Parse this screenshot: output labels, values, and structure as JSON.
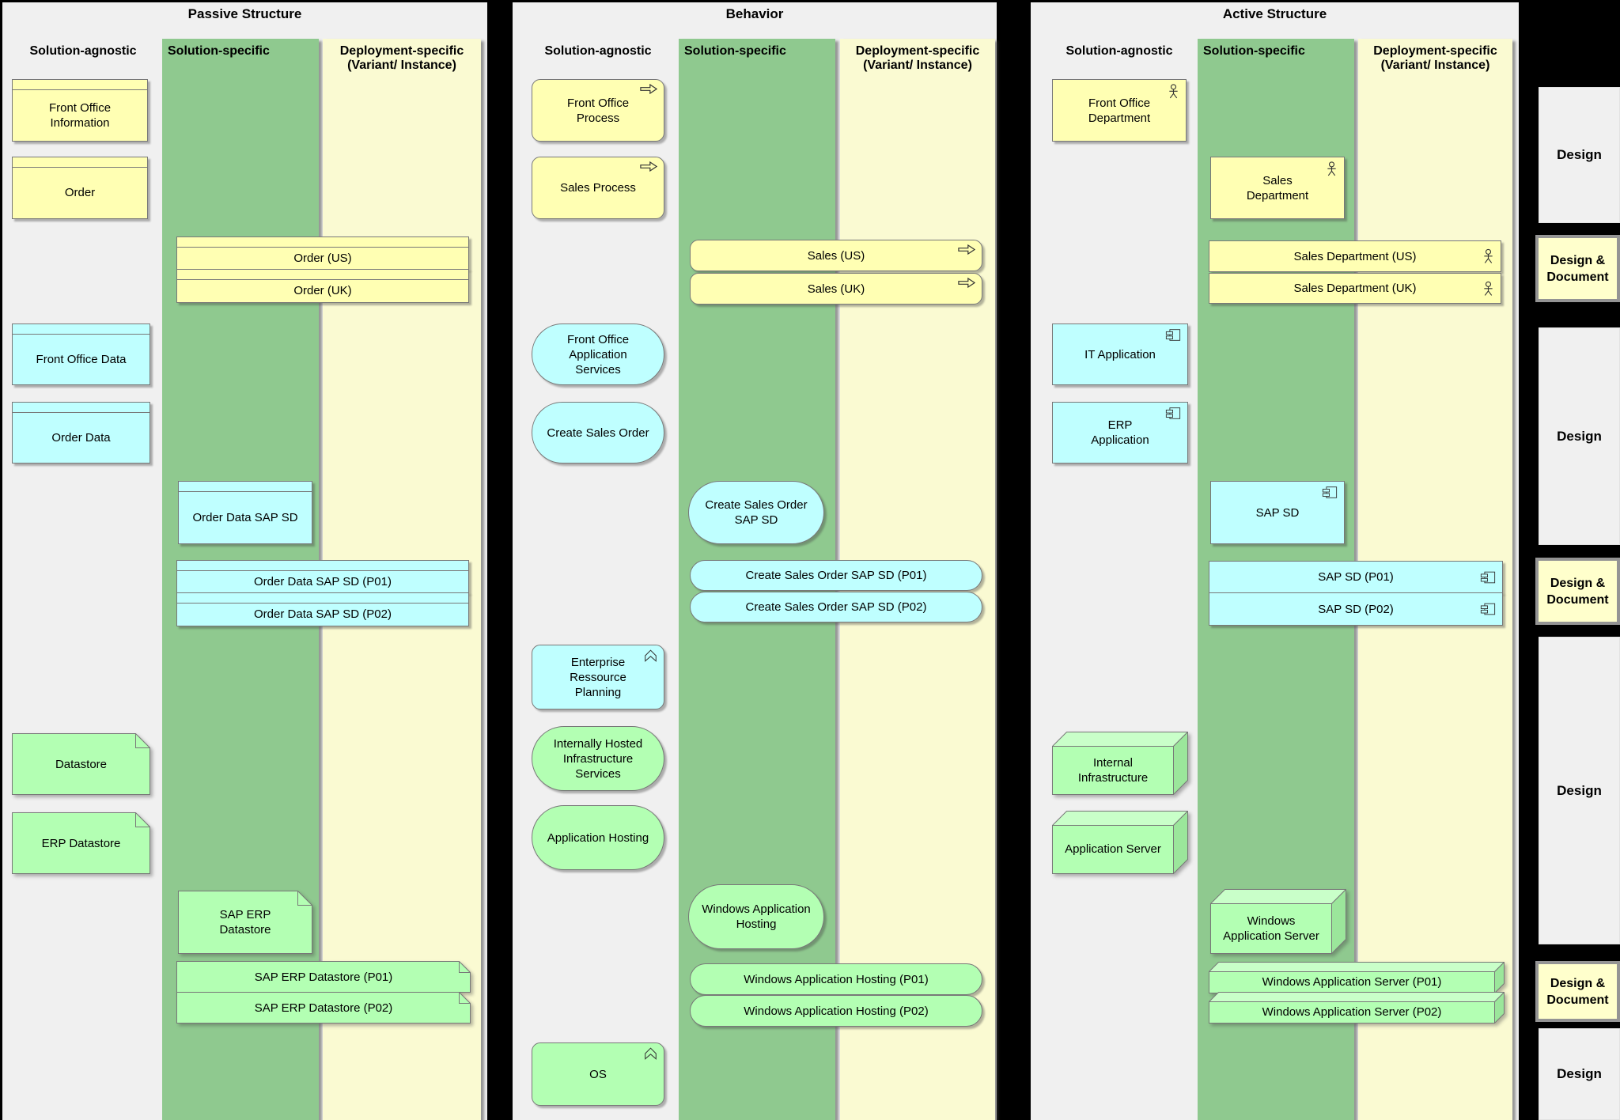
{
  "titles": {
    "passive": "Passive Structure",
    "behavior": "Behavior",
    "active": "Active Structure"
  },
  "column_headers": {
    "agnostic": "Solution-agnostic",
    "specific": "Solution-specific",
    "deployment_line1": "Deployment-specific",
    "deployment_line2": "(Variant/ Instance)"
  },
  "passive": {
    "front_office_information": "Front Office Information",
    "order": "Order",
    "order_us": "Order (US)",
    "order_uk": "Order (UK)",
    "front_office_data": "Front Office Data",
    "order_data": "Order Data",
    "order_data_sap_sd": "Order Data SAP SD",
    "order_data_sap_sd_p01": "Order Data SAP SD (P01)",
    "order_data_sap_sd_p02": "Order Data SAP SD (P02)",
    "datastore": "Datastore",
    "erp_datastore": "ERP Datastore",
    "sap_erp_datastore": "SAP ERP Datastore",
    "sap_erp_datastore_p01": "SAP ERP Datastore (P01)",
    "sap_erp_datastore_p02": "SAP ERP Datastore (P02)"
  },
  "behavior": {
    "front_office_process": "Front Office Process",
    "sales_process": "Sales Process",
    "sales_us": "Sales (US)",
    "sales_uk": "Sales (UK)",
    "front_office_application_services": "Front Office Application Services",
    "create_sales_order": "Create Sales Order",
    "create_sales_order_sap_sd": "Create Sales Order SAP SD",
    "create_sales_order_sap_sd_p01": "Create Sales Order SAP SD (P01)",
    "create_sales_order_sap_sd_p02": "Create Sales Order SAP SD (P02)",
    "enterprise_ressource_planning": "Enterprise Ressource Planning",
    "internally_hosted_infrastructure_services": "Internally Hosted Infrastructure Services",
    "application_hosting": "Application Hosting",
    "windows_application_hosting": "Windows Application Hosting",
    "windows_application_hosting_p01": "Windows Application Hosting (P01)",
    "windows_application_hosting_p02": "Windows Application Hosting (P02)",
    "os": "OS"
  },
  "active": {
    "front_office_department": "Front Office Department",
    "sales_department": "Sales Department",
    "sales_department_us": "Sales Department (US)",
    "sales_department_uk": "Sales Department (UK)",
    "it_application": "IT Application",
    "erp_application": "ERP Application",
    "sap_sd": "SAP SD",
    "sap_sd_p01": "SAP SD (P01)",
    "sap_sd_p02": "SAP SD (P02)",
    "internal_infrastructure": "Internal Infrastructure",
    "application_server": "Application Server",
    "windows_application_server": "Windows Application Server",
    "windows_application_server_p01": "Windows Application Server (P01)",
    "windows_application_server_p02": "Windows Application Server (P02)"
  },
  "right_rail": {
    "labels": [
      "Design",
      "Design & Document",
      "Design",
      "Design & Document",
      "Design",
      "Design & Document",
      "Design"
    ]
  },
  "icons": {
    "process": "process-arrow-icon",
    "function": "function-chevron-icon",
    "actor": "actor-icon",
    "component": "component-icon",
    "artifact": "folded-corner-artifact",
    "node": "node-3d-box"
  },
  "colors": {
    "background": "#000000",
    "panel_gray": "#F0F0F0",
    "column_green": "#8FC98F",
    "column_cream": "#FAFAD2",
    "business_yellow": "#FFFFB3",
    "application_cyan": "#BFFFFF",
    "technology_green": "#B3FFB3",
    "border_gray": "#787878",
    "annotation_yellow": "#FFFFCC"
  }
}
